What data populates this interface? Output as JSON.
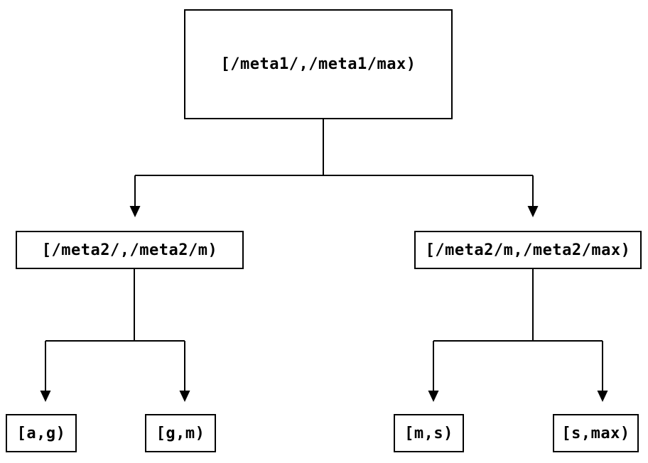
{
  "diagram": {
    "root": {
      "label": "[/meta1/,/meta1/max)"
    },
    "level2": [
      {
        "label": "[/meta2/,/meta2/m)"
      },
      {
        "label": "[/meta2/m,/meta2/max)"
      }
    ],
    "leaves": [
      {
        "label": "[a,g)"
      },
      {
        "label": "[g,m)"
      },
      {
        "label": "[m,s)"
      },
      {
        "label": "[s,max)"
      }
    ],
    "colors": {
      "background": "#ffffff",
      "line": "#000000",
      "box_border": "#000000",
      "text": "#000000"
    }
  }
}
